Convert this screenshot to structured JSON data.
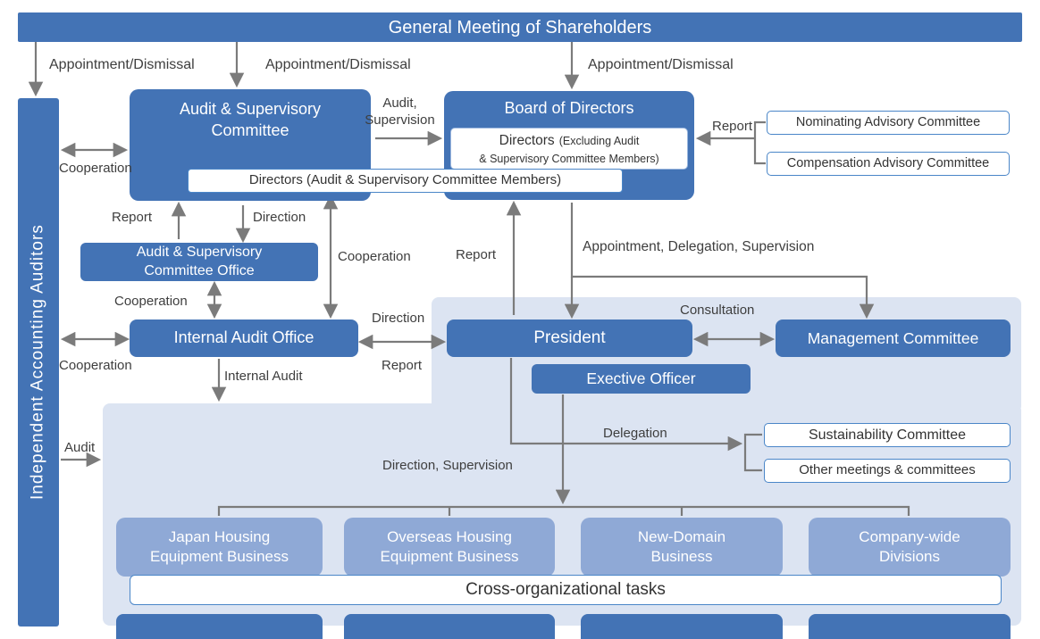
{
  "colors": {
    "primary_blue": "#4373b5",
    "light_blue_box": "#8fa9d6",
    "panel_bg": "#dce4f2",
    "white_box_border": "#4a86c8",
    "arrow_gray": "#7b7b7b",
    "label_text": "#3e3e3e"
  },
  "nodes": {
    "general_meeting": "General Meeting of Shareholders",
    "independent_auditors": "Independent Accounting Auditors",
    "audit_supervisory_committee": "Audit & Supervisory\nCommittee",
    "board_of_directors": "Board of Directors",
    "directors_excluding_main": "Directors",
    "directors_excluding_sub": "(Excluding Audit\n& Supervisory Committee Members)",
    "directors_asc_members": "Directors (Audit & Supervisory Committee Members)",
    "nominating_advisory": "Nominating Advisory Committee",
    "compensation_advisory": "Compensation Advisory Committee",
    "asc_office": "Audit & Supervisory\nCommittee Office",
    "internal_audit_office": "Internal Audit Office",
    "president": "President",
    "exective_officer": "Exective Officer",
    "management_committee": "Management Committee",
    "sustainability_committee": "Sustainability Committee",
    "other_meetings": "Other meetings & committees",
    "japan_housing": "Japan Housing\nEquipment Business",
    "overseas_housing": "Overseas Housing\nEquipment Business",
    "new_domain": "New-Domain\nBusiness",
    "company_wide": "Company-wide\nDivisions",
    "cross_org": "Cross-organizational tasks"
  },
  "labels": {
    "appointment_dismissal_1": "Appointment/Dismissal",
    "appointment_dismissal_2": "Appointment/Dismissal",
    "appointment_dismissal_3": "Appointment/Dismissal",
    "cooperation_auditors_committee": "Cooperation",
    "audit_supervision": "Audit,\nSupervision",
    "report_advisory": "Report",
    "report_committee_office": "Report",
    "direction_committee_office": "Direction",
    "cooperation_directors_iao": "Cooperation",
    "report_president_board": "Report",
    "appointment_delegation_supervision": "Appointment, Delegation, Supervision",
    "cooperation_offices": "Cooperation",
    "cooperation_auditors_iao": "Cooperation",
    "direction_iao_president": "Direction",
    "report_iao_president": "Report",
    "internal_audit": "Internal Audit",
    "consultation": "Consultation",
    "audit_business": "Audit",
    "delegation": "Delegation",
    "direction_supervision": "Direction, Supervision"
  }
}
